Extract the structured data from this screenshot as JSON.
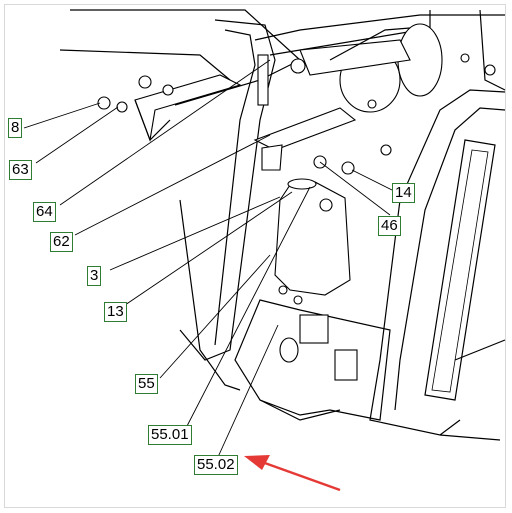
{
  "diagram": {
    "callouts": [
      {
        "id": "c8",
        "label": "8"
      },
      {
        "id": "c63",
        "label": "63"
      },
      {
        "id": "c64",
        "label": "64"
      },
      {
        "id": "c62",
        "label": "62"
      },
      {
        "id": "c3",
        "label": "3"
      },
      {
        "id": "c13",
        "label": "13"
      },
      {
        "id": "c55",
        "label": "55"
      },
      {
        "id": "c5501",
        "label": "55.01"
      },
      {
        "id": "c5502",
        "label": "55.02"
      },
      {
        "id": "c14",
        "label": "14"
      },
      {
        "id": "c46",
        "label": "46"
      }
    ],
    "colors": {
      "callout_border": "#2e7d32",
      "pointer_arrow": "#e53935",
      "ink": "#000000"
    }
  }
}
